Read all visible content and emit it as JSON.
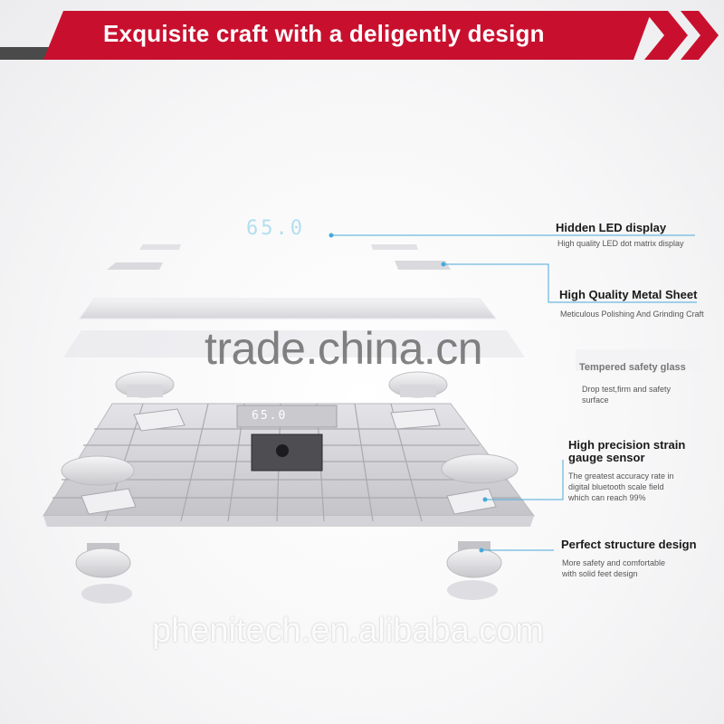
{
  "banner": {
    "title": "Exquisite craft with a deligently design",
    "accent_color": "#c8102e",
    "dark_color": "#4a4a4a"
  },
  "led_readout": "65.0",
  "watermarks": {
    "top": "trade.china.cn",
    "bottom": "phenitech.en.alibaba.com"
  },
  "callouts": [
    {
      "title": "Hidden LED display",
      "desc": [
        "High quality LED dot matrix display"
      ]
    },
    {
      "title": "High Quality Metal Sheet",
      "desc": [
        "Meticulous Polishing And Grinding Craft"
      ]
    },
    {
      "title": "Tempered safety glass",
      "desc": [
        "Drop test,firm and safety",
        "surface"
      ]
    },
    {
      "title": "High precision strain",
      "title2": "gauge sensor",
      "desc": [
        "The greatest accuracy rate in",
        "digital bluetooth scale field",
        "which can reach 99%"
      ]
    },
    {
      "title": "Perfect structure design",
      "desc": [
        "More safety and comfortable",
        "with solid feet design"
      ]
    }
  ],
  "line_color": "#4aa8d8"
}
